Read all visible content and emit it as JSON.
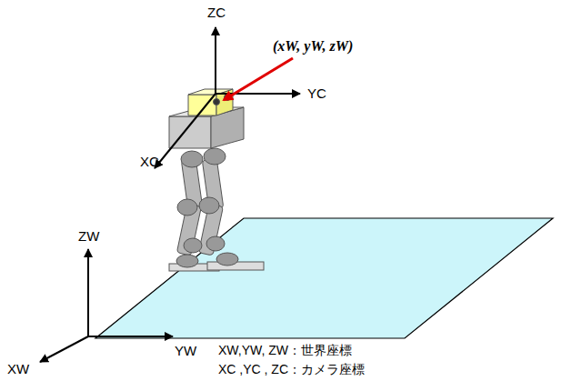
{
  "diagram": {
    "labels": [
      "ZC",
      "YC",
      "XC",
      "(xW, yW, zW)",
      "ZW",
      "YW",
      "XW",
      "XW,YW, ZW：世界座標",
      "XC ,YC , ZC：カメラ座標"
    ]
  }
}
